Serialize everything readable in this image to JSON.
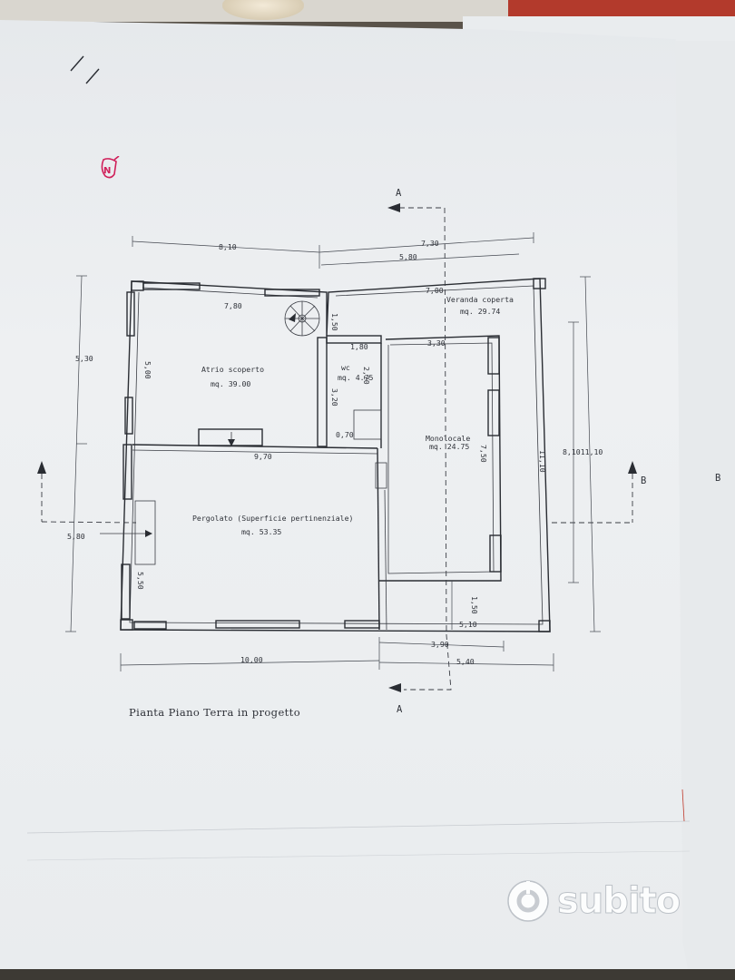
{
  "plan": {
    "caption": "Pianta Piano Terra in progetto",
    "section_marks": {
      "a_top": "A",
      "a_bottom": "A",
      "b_left_side": "B",
      "b_right_side": "B"
    },
    "rooms": [
      {
        "id": "atrio",
        "name": "Atrio scoperto",
        "area": "mq. 39.00"
      },
      {
        "id": "veranda",
        "name": "Veranda coperta",
        "area": "mq. 29.74"
      },
      {
        "id": "wc",
        "name": "wc",
        "area": "mq. 4.75"
      },
      {
        "id": "monolocale",
        "name": "Monolocale",
        "area": "mq. 24.75"
      },
      {
        "id": "pergolato",
        "name": "Pergolato (Superficie pertinenziale)",
        "area": "mq. 53.35"
      }
    ],
    "dimensions": {
      "top_left": "8,10",
      "top_right": "7,30",
      "top_inner": "5,80",
      "atrio_width": "7,80",
      "veranda_width": "7,00",
      "stair": "1,50",
      "atrio_height": "5,00",
      "wc_width": "1,80",
      "mono_width": "3,30",
      "wc_height_a": "3,20",
      "wc_height_b": "2,20",
      "small": "0,70",
      "pergola_width": "9,70",
      "mono_height": "7,50",
      "east_height": "11,10",
      "right_pair": "8,1011,10",
      "left_top": "5,30",
      "left_bottom": "5,80",
      "pergola_height": "5,50",
      "south_gap": "1,50",
      "south_width": "5,10",
      "bottom_left": "10,00",
      "bottom_mid": "3,90",
      "bottom_right": "5,40"
    }
  },
  "marker": {
    "symbol": "N"
  },
  "watermark": {
    "brand": "subito"
  },
  "colors": {
    "paper": "#e9ecee",
    "ink": "#2a2d33",
    "marker": "#d0205a",
    "red_strip": "#b33a2c"
  }
}
